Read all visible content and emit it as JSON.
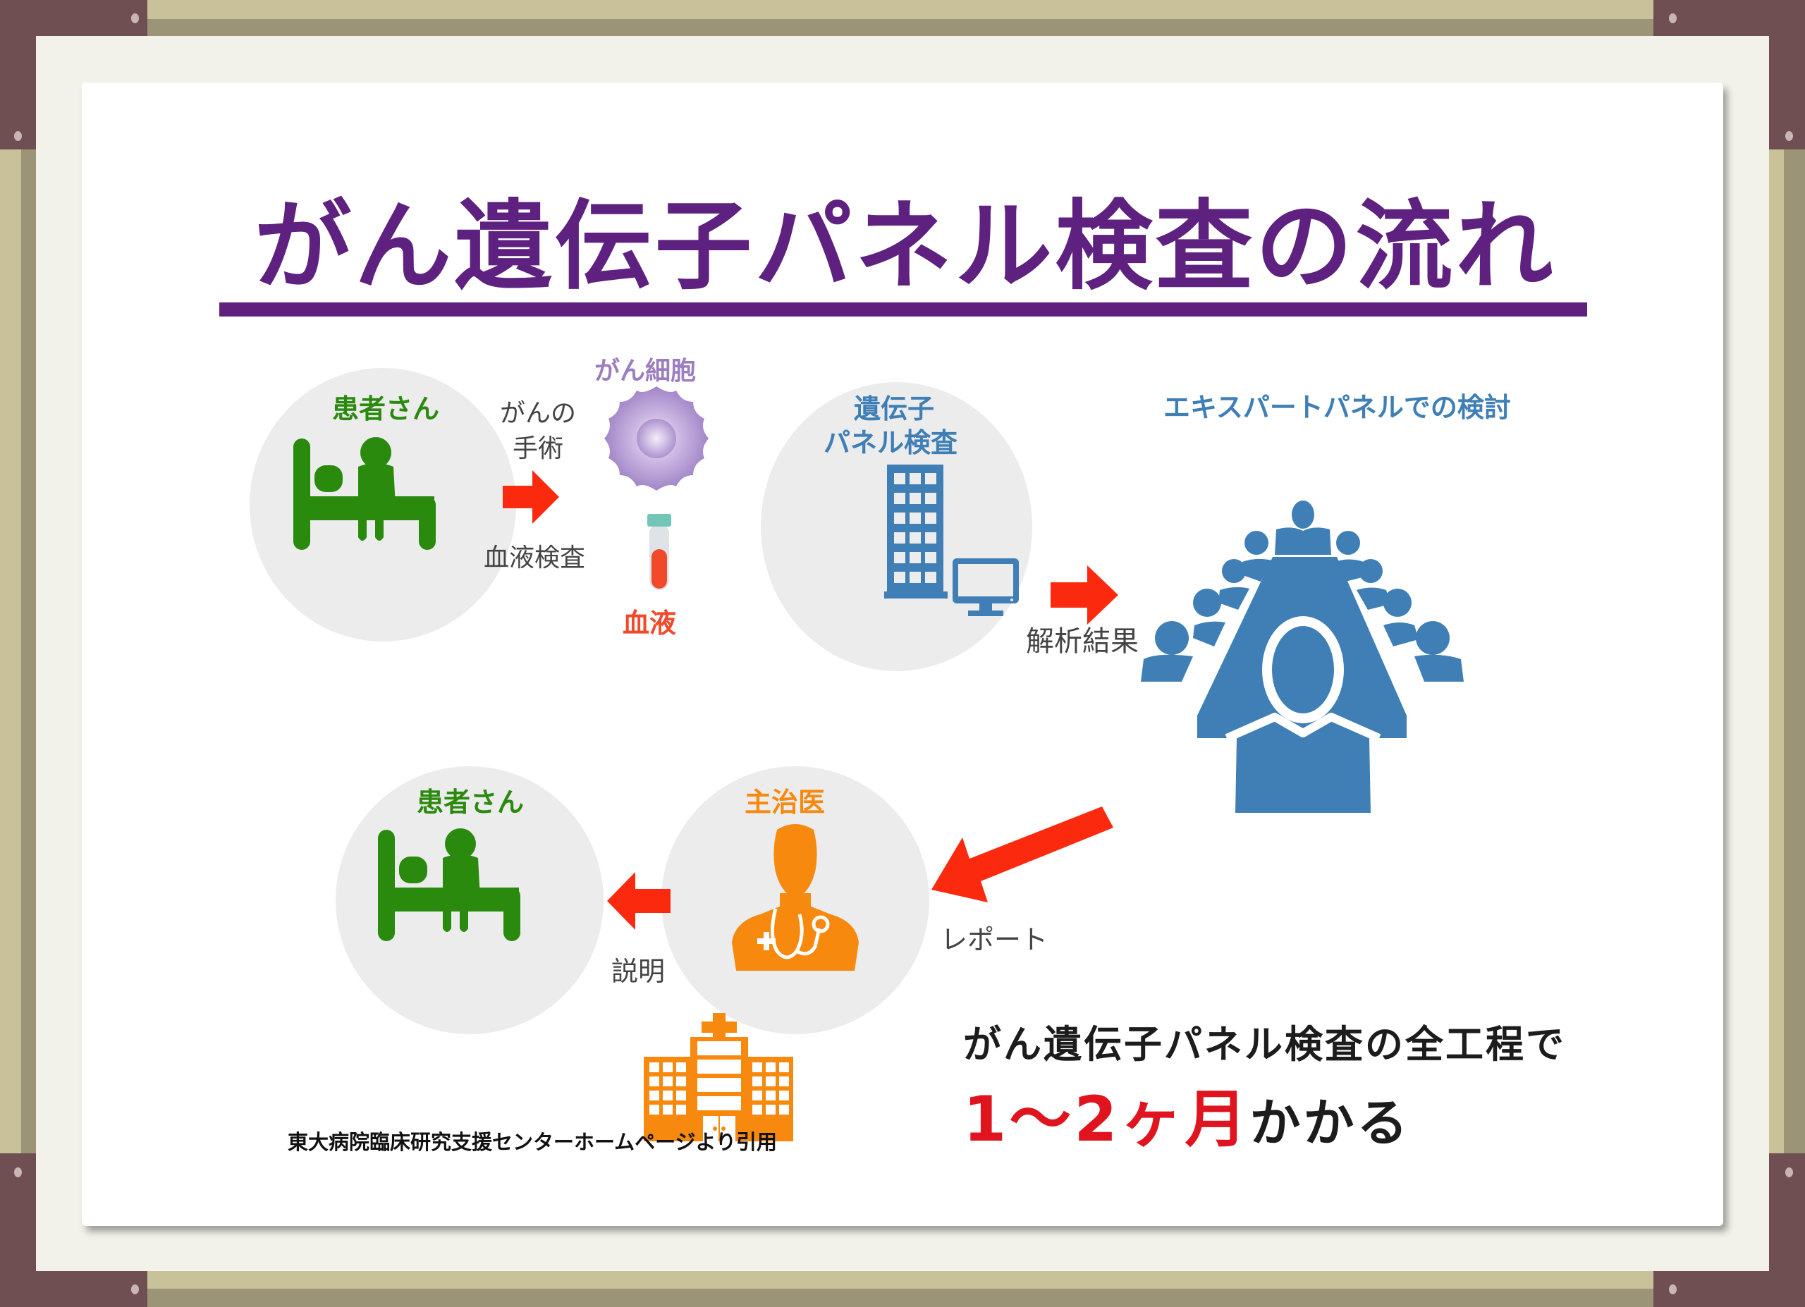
{
  "title": "がん遺伝子パネル検査の流れ",
  "colors": {
    "title_purple": "#5e2180",
    "patient_green": "#2a8a0e",
    "cell_purple": "#9b7ec0",
    "blood_red": "#f04a2a",
    "lab_blue": "#3f7fb6",
    "doctor_orange": "#f7890f",
    "arrow_red": "#fb2a0e",
    "highlight_red": "#e0141e"
  },
  "flow": {
    "step1": {
      "label": "患者さん"
    },
    "surgery_label_line1": "がんの",
    "surgery_label_line2": "手術",
    "blood_test_label": "血液検査",
    "cancer_cell_label": "がん細胞",
    "blood_label": "血液",
    "step2": {
      "label_line1": "遺伝子",
      "label_line2": "パネル検査"
    },
    "analysis_result_label": "解析結果",
    "step3": {
      "label": "エキスパートパネルでの検討"
    },
    "report_label": "レポート",
    "step4": {
      "label": "主治医"
    },
    "explanation_label": "説明",
    "step5": {
      "label": "患者さん"
    }
  },
  "summary": {
    "line1": "がん遺伝子パネル検査の全工程で",
    "duration": "1〜2ヶ月",
    "suffix": "かかる"
  },
  "source_note": "東大病院臨床研究支援センターホームページより引用"
}
